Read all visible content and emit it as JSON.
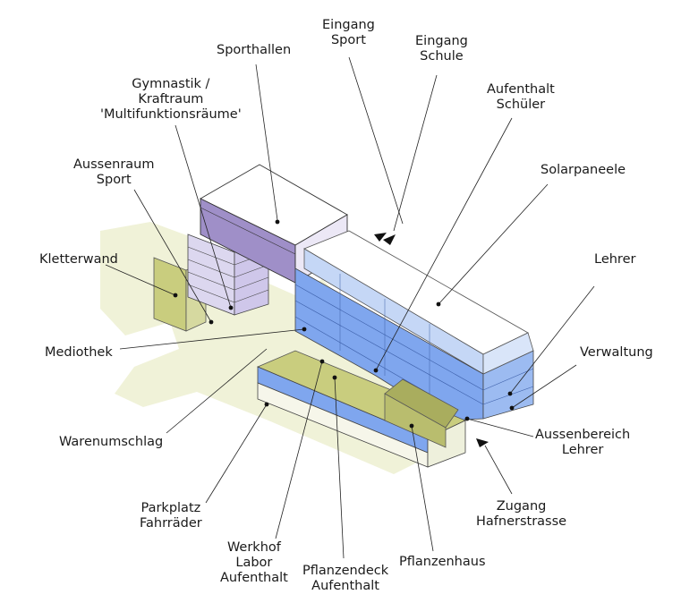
{
  "diagram": {
    "labels": {
      "eingang_sport": "Eingang\nSport",
      "sporthallen": "Sporthallen",
      "eingang_schule": "Eingang\nSchule",
      "gymnastik": "Gymnastik /\nKraftraum\n'Multifunktionsräume'",
      "aufenthalt_schueler": "Aufenthalt\nSchüler",
      "aussenraum_sport": "Aussenraum\nSport",
      "solarpaneele": "Solarpaneele",
      "kletterwand": "Kletterwand",
      "lehrer": "Lehrer",
      "mediothek": "Mediothek",
      "verwaltung": "Verwaltung",
      "aussenbereich_lehrer": "Aussenbereich\nLehrer",
      "warenumschlag": "Warenumschlag",
      "zugang_hafnerstrasse": "Zugang\nHafnerstrasse",
      "parkplatz_fahrraeder": "Parkplatz\nFahrräder",
      "werkhof": "Werkhof\nLabor\nAufenthalt",
      "pflanzendeck": "Pflanzendeck\nAufenthalt",
      "pflanzenhaus": "Pflanzenhaus"
    },
    "colors": {
      "ground": "#f0f2d8",
      "sport_purple": "#9f8fc8",
      "sport_light": "#d6d0ec",
      "school_blue": "#7fa6ee",
      "school_light": "#c5d7f6",
      "olive": "#c9cd7e",
      "olive_dark": "#a9ad5e",
      "line": "#222222"
    }
  }
}
